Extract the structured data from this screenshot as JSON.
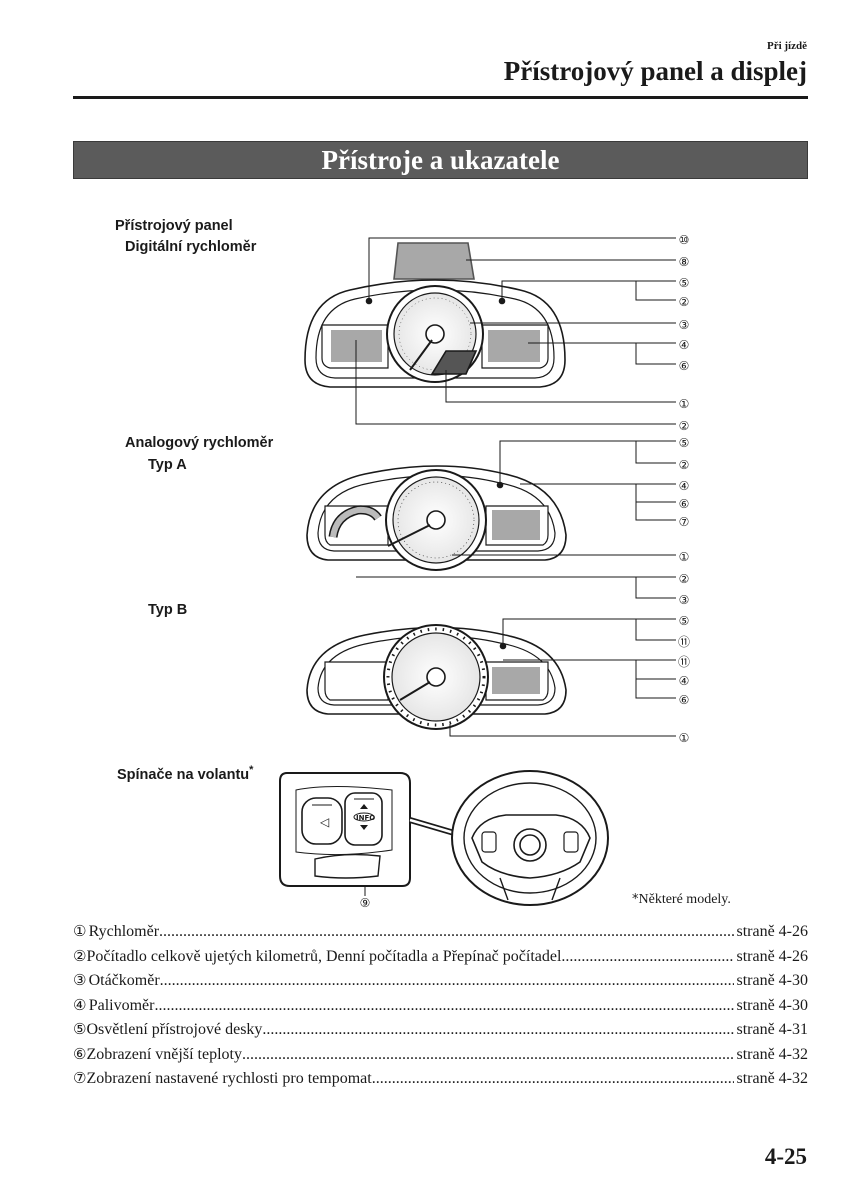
{
  "header": {
    "section": "Při jízdě",
    "chapter_title": "Přístrojový panel a displej"
  },
  "banner": {
    "title": "Přístroje a ukazatele"
  },
  "figure": {
    "labels": {
      "instrument_panel": "Přístrojový panel",
      "digital_speedometer": "Digitální rychloměr",
      "analog_speedometer": "Analogový rychloměr",
      "type_a": "Typ A",
      "type_b": "Typ B",
      "steering_switches": "Spínače na volantu"
    },
    "steering_star": "*",
    "info_button": "INFO",
    "callouts": {
      "digital": [
        "⑩",
        "⑧",
        "⑤",
        "②",
        "③",
        "④",
        "⑥",
        "①",
        "②"
      ],
      "type_a": [
        "⑤",
        "②",
        "④",
        "⑥",
        "⑦",
        "①",
        "②",
        "③"
      ],
      "type_b": [
        "⑤",
        "⑪",
        "⑪",
        "④",
        "⑥",
        "①"
      ],
      "steering": [
        "⑨"
      ]
    }
  },
  "footnote": {
    "star": "*",
    "text": "Některé modely."
  },
  "legend": [
    {
      "num": "①",
      "label": "Rychloměr",
      "page": "straně 4-26"
    },
    {
      "num": "②",
      "label": "Počítadlo celkově ujetých kilometrů, Denní počítadla a Přepínač počítadel",
      "page": "straně 4-26"
    },
    {
      "num": "③",
      "label": "Otáčkoměr",
      "page": "straně 4-30"
    },
    {
      "num": "④",
      "label": "Palivoměr",
      "page": "straně 4-30"
    },
    {
      "num": "⑤",
      "label": "Osvětlení přístrojové desky",
      "page": "straně 4-31"
    },
    {
      "num": "⑥",
      "label": "Zobrazení vnější teploty",
      "page": "straně 4-32"
    },
    {
      "num": "⑦",
      "label": "Zobrazení nastavené rychlosti pro tempomat",
      "page": "straně 4-32"
    }
  ],
  "page_number": "4-25"
}
